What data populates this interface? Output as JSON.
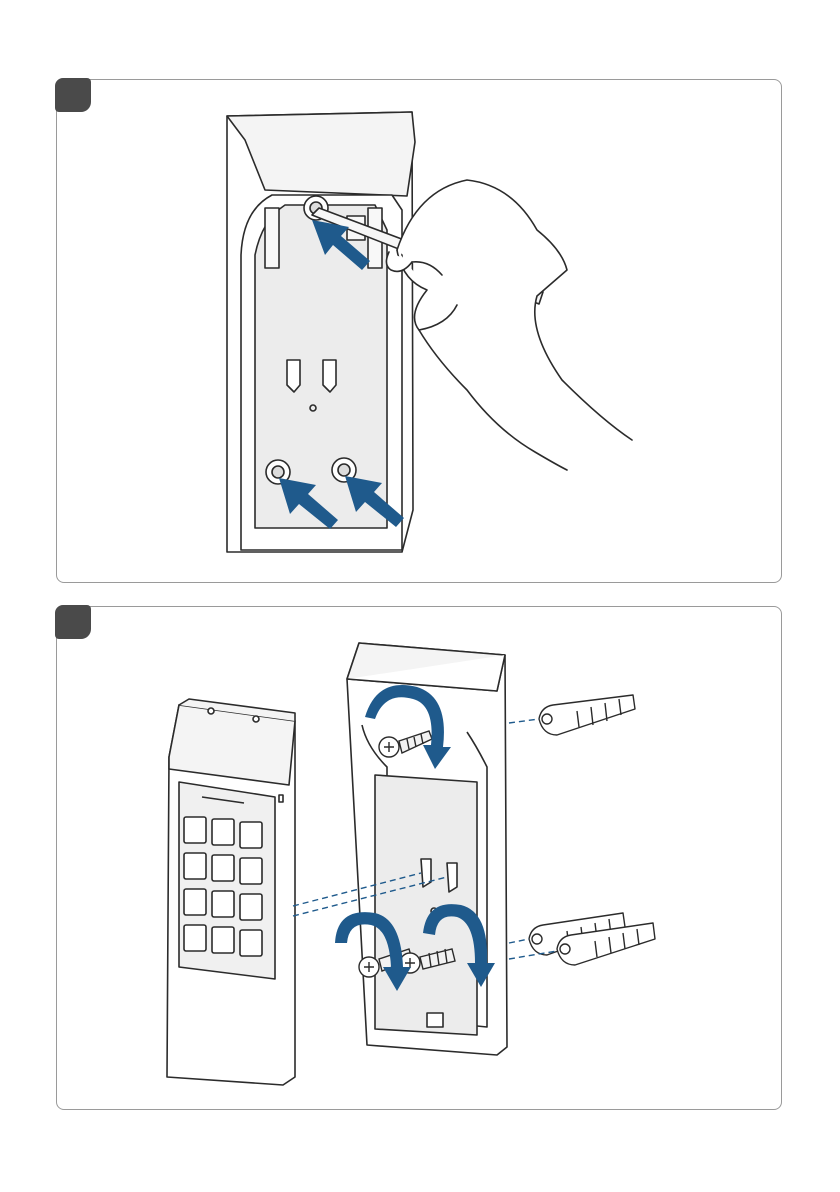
{
  "document": {
    "type": "installation-instructions",
    "steps": [
      {
        "number": "",
        "illustration": "mark-drill-holes-through-backplate"
      },
      {
        "number": "",
        "illustration": "mount-backplate-with-plugs-and-screws-then-attach-keypad"
      }
    ]
  },
  "colors": {
    "arrow": "#1f5a8c",
    "line": "#2b2b2b",
    "plate_shade": "#ececec",
    "frame": "#9a9a9a",
    "badge": "#4a4a4a"
  }
}
